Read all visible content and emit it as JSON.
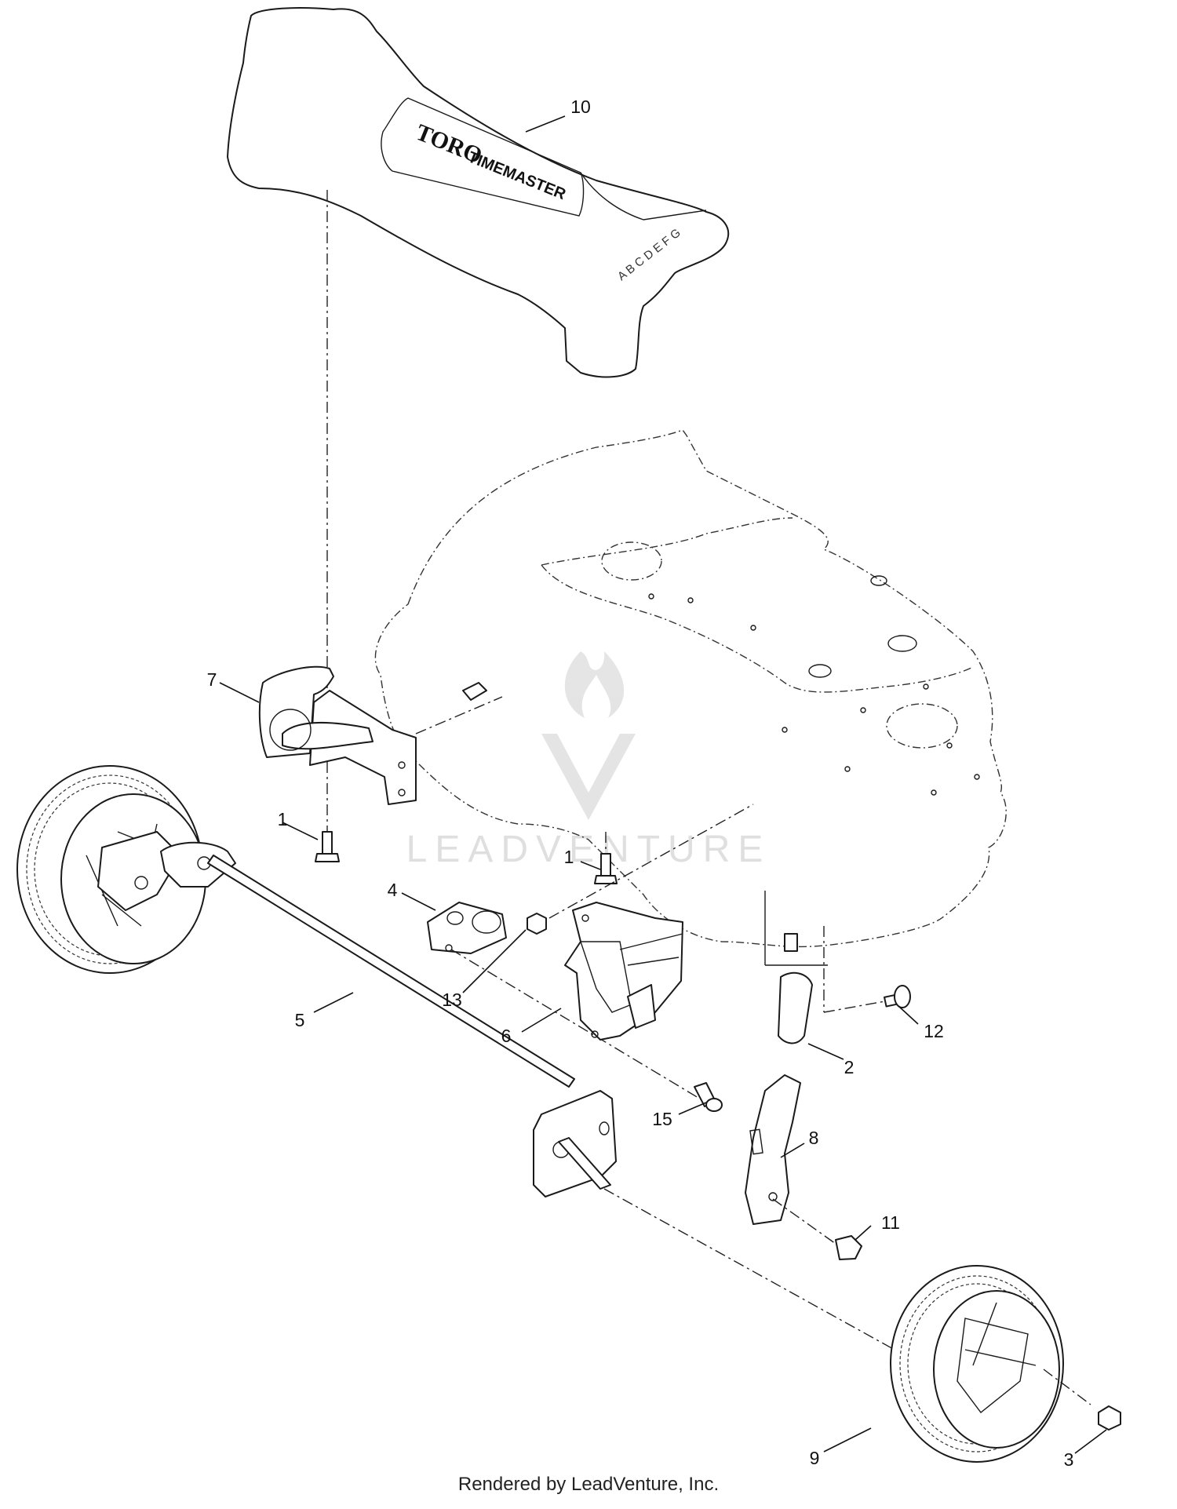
{
  "logo": {
    "brand": "TORO",
    "model": "TIMEMASTER",
    "scale_letters": "A B C D E F G"
  },
  "watermark": {
    "text": "LEADVENTURE"
  },
  "footer": {
    "text": "Rendered by LeadVenture, Inc."
  },
  "callouts": [
    {
      "label": "10"
    },
    {
      "label": "7"
    },
    {
      "label": "1"
    },
    {
      "label": "1"
    },
    {
      "label": "4"
    },
    {
      "label": "13"
    },
    {
      "label": "5"
    },
    {
      "label": "6"
    },
    {
      "label": "2"
    },
    {
      "label": "12"
    },
    {
      "label": "15"
    },
    {
      "label": "8"
    },
    {
      "label": "11"
    },
    {
      "label": "9"
    },
    {
      "label": "3"
    }
  ]
}
